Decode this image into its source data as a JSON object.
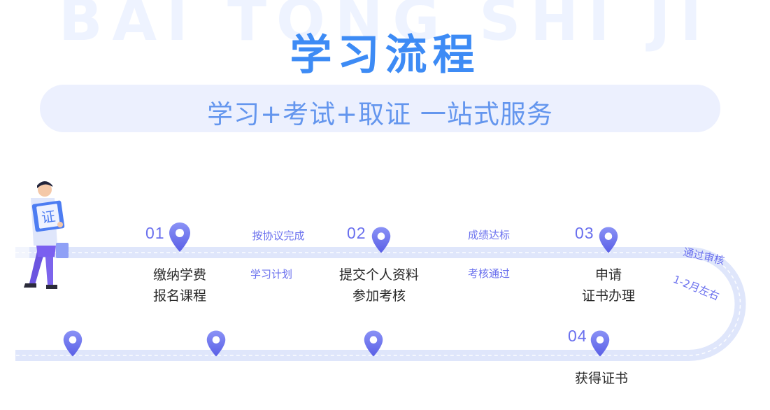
{
  "header": {
    "watermark": "BAI TONG SHI JI",
    "title": "学习流程",
    "slogan": "学习+考试+取证 一站式服务"
  },
  "steps": [
    {
      "num": "01",
      "line1": "缴纳学费",
      "line2": "报名课程"
    },
    {
      "num": "02",
      "line1": "提交个人资料",
      "line2": "参加考核"
    },
    {
      "num": "03",
      "line1": "申请",
      "line2": "证书办理"
    },
    {
      "num": "04",
      "line1": "获得证书"
    }
  ],
  "notes": {
    "a_top": "按协议完成",
    "a_bottom": "学习计划",
    "b_top": "成绩达标",
    "b_bottom": "考核通过",
    "curve_top": "通过审核",
    "curve_bottom": "1-2月左右"
  },
  "illustration": {
    "board_char": "证"
  },
  "colors": {
    "title": "#3d8bf5",
    "accent": "#6a70ee",
    "track": "#dfe6fb"
  }
}
